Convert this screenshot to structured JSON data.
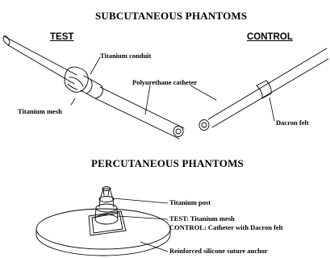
{
  "sections": {
    "subcutaneous": {
      "title": "SUBCUTANEOUS PHANTOMS",
      "test_header": "TEST",
      "control_header": "CONTROL",
      "labels": {
        "titanium_conduit": "Titanium conduit",
        "polyurethane_catheter": "Polyurethane catheter",
        "titanium_mesh": "Titanium mesh",
        "dacron_felt": "Dacron felt"
      }
    },
    "percutaneous": {
      "title": "PERCUTANEOUS PHANTOMS",
      "labels": {
        "titanium_post": "Titanium post",
        "test_line": "TEST: Titanium mesh",
        "control_line": "CONTROL: Catheter with Dacron felt",
        "suture_anchor": "Reinforced silicone suture anchor"
      }
    }
  },
  "colors": {
    "ink": "#000000",
    "paper": "#ffffff"
  }
}
